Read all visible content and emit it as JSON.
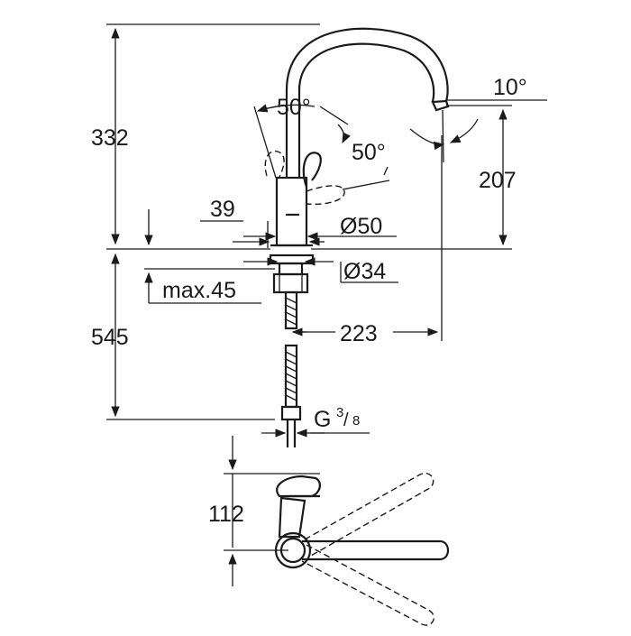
{
  "dimensions": {
    "total_height": "332",
    "outlet_height": "207",
    "below_counter_length": "545",
    "reach": "223",
    "max_counter_thickness": "max.45",
    "handle_width": "39",
    "base_diameter": "Ø50",
    "hole_diameter": "Ø34",
    "connection_thread": "G",
    "connection_fraction_num": "3",
    "connection_fraction_den": "8",
    "handle_angle_1": "50°",
    "handle_angle_2": "50°",
    "spout_tilt_angle": "10°",
    "lever_clearance": "112"
  },
  "colors": {
    "line": "#1a1a1a",
    "background": "#ffffff"
  }
}
